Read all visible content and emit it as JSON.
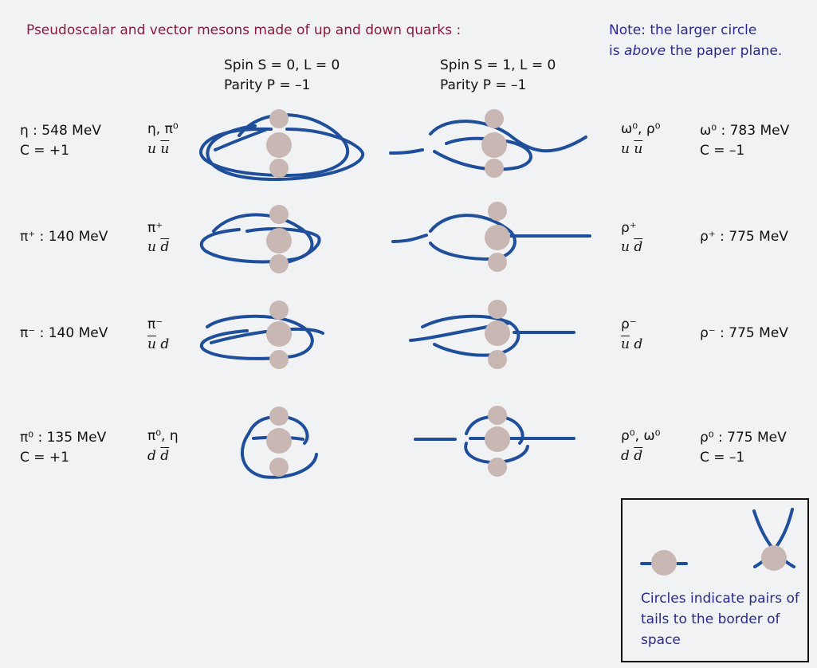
{
  "title": "Pseudoscalar and vector mesons made of up and down quarks :",
  "note": {
    "line1": "Note: the larger circle",
    "line2_pre": "is ",
    "line2_italic": "above",
    "line2_post": " the paper plane."
  },
  "headers": {
    "left": {
      "spin": "Spin  S = 0, L = 0",
      "parity": "Parity P = –1"
    },
    "right": {
      "spin": "Spin  S = 1, L = 0",
      "parity": "Parity P = –1"
    }
  },
  "rows": [
    {
      "left_mass": "η : 548 MeV",
      "left_c": "C = +1",
      "left_name": "η, π⁰",
      "left_q1": "u",
      "left_q2": "u",
      "right_name": "ω⁰, ρ⁰",
      "right_q1": "u",
      "right_q2": "u",
      "right_mass": "ω⁰ : 783 MeV",
      "right_c": "C = –1"
    },
    {
      "left_mass": "π⁺ : 140 MeV",
      "left_c": "",
      "left_name": "π⁺",
      "left_q1": "u",
      "left_q2": "d",
      "right_name": "ρ⁺",
      "right_q1": "u",
      "right_q2": "d",
      "right_mass": "ρ⁺ : 775 MeV",
      "right_c": ""
    },
    {
      "left_mass": "π⁻ : 140 MeV",
      "left_c": "",
      "left_name": "π⁻",
      "left_q1": "u",
      "left_q2": "d",
      "right_name": "ρ⁻",
      "right_q1": "u",
      "right_q2": "d",
      "right_mass": "ρ⁻ : 775 MeV",
      "right_c": ""
    },
    {
      "left_mass": "π⁰ : 135 MeV",
      "left_c": "C = +1",
      "left_name": "π⁰, η",
      "left_q1": "d",
      "left_q2": "d",
      "right_name": "ρ⁰, ω⁰",
      "right_q1": "d",
      "right_q2": "d",
      "right_mass": "ρ⁰ : 775 MeV",
      "right_c": "C = –1"
    }
  ],
  "legend": {
    "text": "Circles indicate pairs of tails to the border of space"
  },
  "colors": {
    "wire": "#1f4e9a",
    "circle": "#c8b7b2",
    "title": "#8a1a3c",
    "note": "#2a2a8c"
  }
}
